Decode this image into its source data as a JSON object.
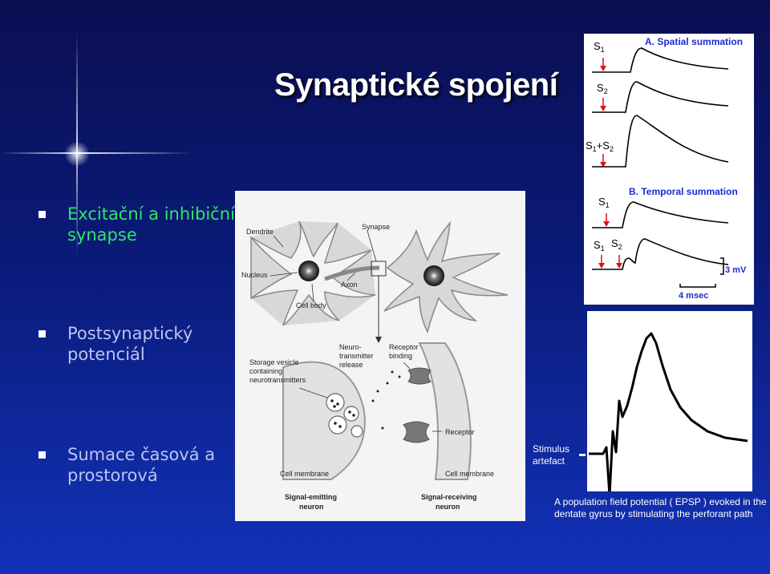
{
  "slide": {
    "title": "Synaptické spojení",
    "bullets": [
      {
        "label": "Excitační a inhibiční synapse",
        "color": "#2ee66a"
      },
      {
        "label": "Postsynaptický potenciál",
        "color": "#bcc4f0"
      },
      {
        "label": "Sumace časová a prostorová",
        "color": "#bcc4f0"
      }
    ]
  },
  "neuron_diagram": {
    "labels": {
      "dendrite": "Dendrite",
      "synapse": "Synapse",
      "nucleus": "Nucleus",
      "axon": "Axon",
      "cell_body": "Cell body",
      "storage_1": "Storage vesicle",
      "storage_2": "containing",
      "storage_3": "neurotransmitters",
      "ntr_1": "Neuro-",
      "ntr_2": "transmitter",
      "ntr_3": "release",
      "rb_1": "Receptor",
      "rb_2": "binding",
      "receptor": "Receptor",
      "cell_membrane_left": "Cell membrane",
      "cell_membrane_right": "Cell membrane",
      "emit_1": "Signal-emitting",
      "emit_2": "neuron",
      "recv_1": "Signal-receiving",
      "recv_2": "neuron"
    }
  },
  "summation": {
    "spatial_title": "A. Spatial summation",
    "temporal_title": "B. Temporal summation",
    "s1": "S",
    "s2": "S",
    "sub1": "1",
    "sub2": "2",
    "plus": "+",
    "scale_mv": "3 mV",
    "scale_ms": "4 msec",
    "arrow_color": "#e01010"
  },
  "epsp": {
    "stimulus_line1": "Stimulus",
    "stimulus_line2": "artefact",
    "caption": "A population field potential ( EPSP ) evoked in the dentate gyrus by stimulating the perforant path"
  }
}
